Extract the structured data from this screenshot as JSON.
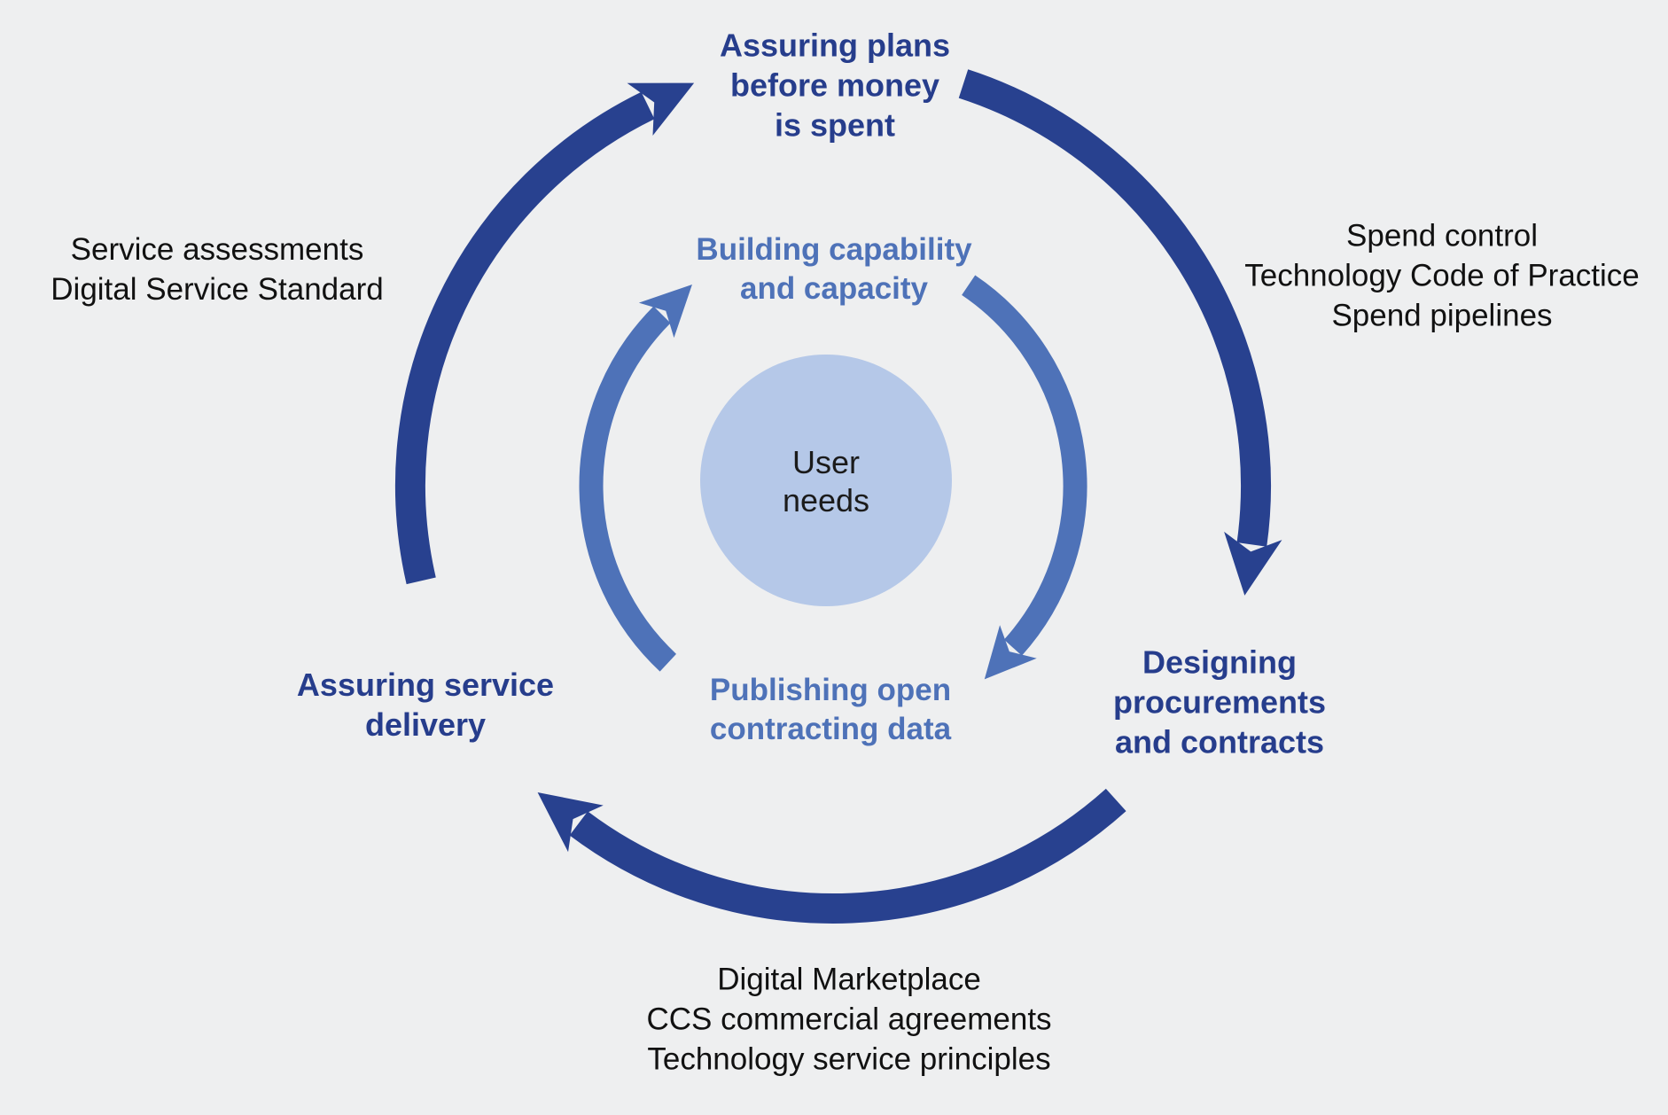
{
  "colors": {
    "background": "#EEEFF0",
    "outer_cycle_arrow": "#28418F",
    "outer_label_text": "#263D8C",
    "inner_cycle_arrow": "#4E72B8",
    "inner_label_text": "#4E72B8",
    "center_circle_fill": "#B5C8E8",
    "annotation_text": "#111111"
  },
  "center_circle": {
    "lines": [
      "User",
      "needs"
    ]
  },
  "outer_cycle": {
    "direction": "clockwise",
    "stages": [
      {
        "name": "assuring-plans",
        "lines": [
          "Assuring plans",
          "before money",
          "is spent"
        ]
      },
      {
        "name": "designing-procurements",
        "lines": [
          "Designing",
          "procurements",
          "and contracts"
        ]
      },
      {
        "name": "assuring-service-delivery",
        "lines": [
          "Assuring service",
          "delivery"
        ]
      }
    ]
  },
  "inner_cycle": {
    "direction": "clockwise",
    "stages": [
      {
        "name": "building-capability",
        "lines": [
          "Building capability",
          "and capacity"
        ]
      },
      {
        "name": "publishing-open-contracting",
        "lines": [
          "Publishing open",
          "contracting data"
        ]
      }
    ]
  },
  "annotations": [
    {
      "name": "left",
      "lines": [
        "Service assessments",
        "Digital Service Standard"
      ]
    },
    {
      "name": "right",
      "lines": [
        "Spend control",
        "Technology Code of Practice",
        "Spend pipelines"
      ]
    },
    {
      "name": "bottom",
      "lines": [
        "Digital Marketplace",
        "CCS commercial agreements",
        "Technology service principles"
      ]
    }
  ]
}
